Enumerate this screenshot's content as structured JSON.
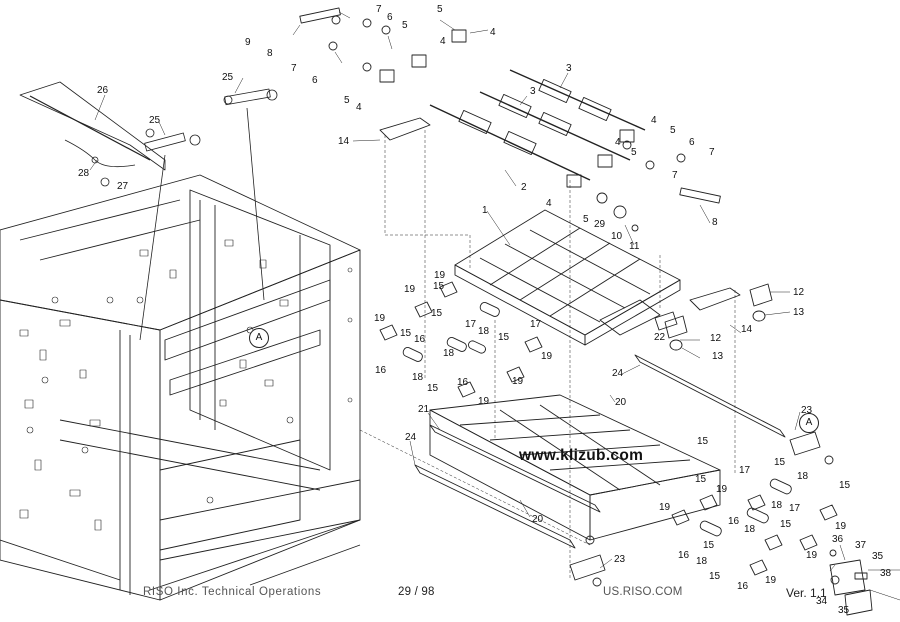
{
  "callouts": [
    "1",
    "2",
    "3",
    "3",
    "4",
    "4",
    "4",
    "4",
    "4",
    "4",
    "5",
    "5",
    "5",
    "5",
    "5",
    "5",
    "6",
    "6",
    "6",
    "7",
    "7",
    "7",
    "7",
    "8",
    "8",
    "9",
    "10",
    "11",
    "12",
    "12",
    "13",
    "13",
    "14",
    "14",
    "15",
    "15",
    "15",
    "15",
    "15",
    "15",
    "15",
    "15",
    "15",
    "15",
    "15",
    "15",
    "16",
    "16",
    "16",
    "16",
    "16",
    "16",
    "17",
    "17",
    "17",
    "17",
    "18",
    "18",
    "18",
    "18",
    "18",
    "18",
    "18",
    "19",
    "19",
    "19",
    "19",
    "19",
    "19",
    "19",
    "19",
    "19",
    "19",
    "19",
    "20",
    "20",
    "21",
    "22",
    "23",
    "23",
    "24",
    "24",
    "25",
    "25",
    "26",
    "27",
    "28",
    "29",
    "34",
    "35",
    "35",
    "36",
    "37",
    "38"
  ],
  "detail_marker": "A",
  "watermark": "www.klizub.com",
  "footer": {
    "left": "RISO Inc. Technical Operations",
    "page": "29 / 98",
    "right": "US.RISO.COM",
    "version": "Ver. 1.1"
  }
}
